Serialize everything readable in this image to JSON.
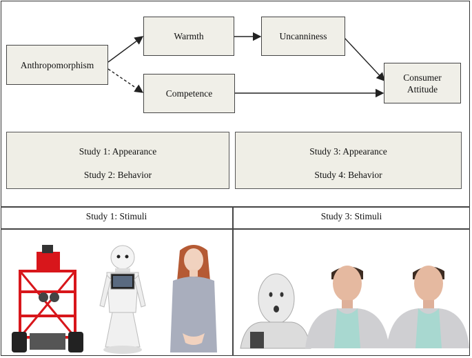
{
  "diagram": {
    "nodes": {
      "anthropomorphism": "Anthropomorphism",
      "warmth": "Warmth",
      "competence": "Competence",
      "uncanniness": "Uncanniness",
      "consumer_attitude_line1": "Consumer",
      "consumer_attitude_line2": "Attitude"
    },
    "studies_left": [
      "Study 1: Appearance",
      "Study 2: Behavior"
    ],
    "studies_right": [
      "Study 3: Appearance",
      "Study 4: Behavior"
    ],
    "stimuli_left_label": "Study 1: Stimuli",
    "stimuli_right_label": "Study 3: Stimuli"
  },
  "colors": {
    "box_fill": "#f0efe8",
    "border": "#444444",
    "robot_red": "#d8161b"
  }
}
